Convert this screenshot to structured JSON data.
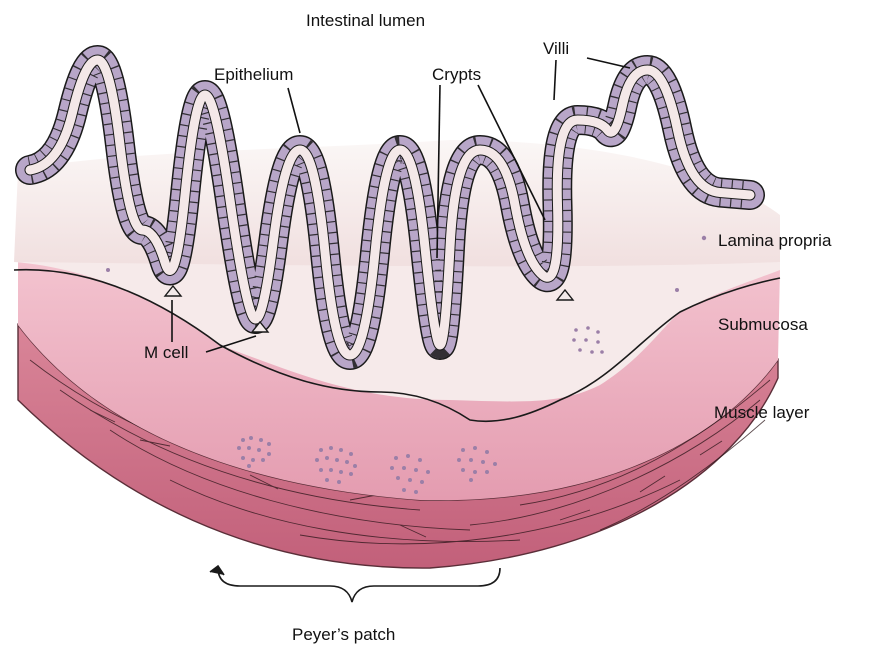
{
  "labels": {
    "lumen": "Intestinal lumen",
    "epithelium": "Epithelium",
    "crypts": "Crypts",
    "villi": "Villi",
    "lamina_propria": "Lamina propria",
    "submucosa": "Submucosa",
    "muscle_layer": "Muscle layer",
    "m_cell": "M cell",
    "peyers_patch": "Peyer’s patch"
  },
  "colors": {
    "lamina_propria": "#f1e2e4",
    "epithelium_cells": "#b8a6c8",
    "submucosa": "#e9aabb",
    "muscle": "#c96b82",
    "follicle_dots": "#9b7fa7",
    "outline": "#1a1a1a"
  }
}
